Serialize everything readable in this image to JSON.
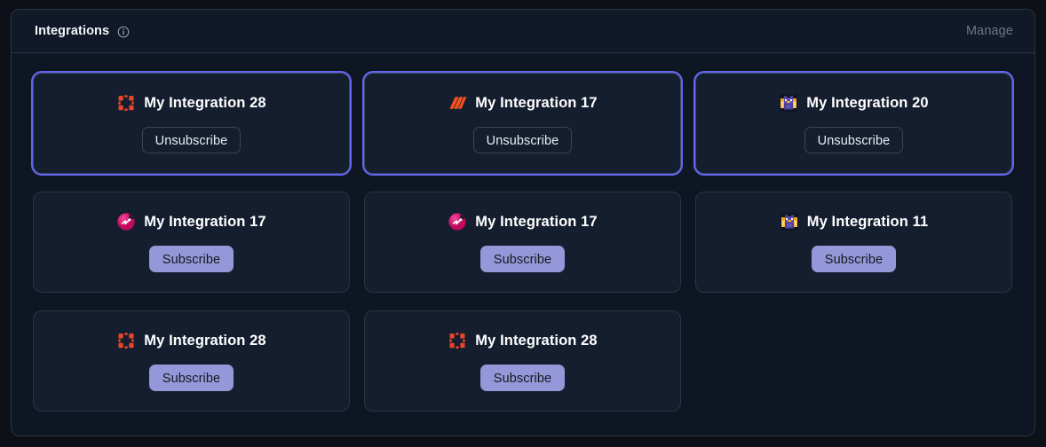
{
  "panel": {
    "title": "Integrations",
    "info_icon": "info-icon",
    "manage_label": "Manage"
  },
  "buttons": {
    "subscribe_label": "Subscribe",
    "unsubscribe_label": "Unsubscribe"
  },
  "colors": {
    "page_background": "#0d1117",
    "panel_background": "#0f1623",
    "panel_header_background": "#111827",
    "panel_border": "#2b3443",
    "card_background": "#151e2e",
    "card_border": "#2b3443",
    "focus_ring": "#6366f1",
    "subscribe_button_background": "#9497d8",
    "subscribe_button_text": "#16181f",
    "unsubscribe_button_border": "#3a4556",
    "title_text": "#ffffff",
    "manage_text": "#6d7686",
    "icon_red": "#e8452a",
    "icon_orange": "#f4511e",
    "icon_pink": "#e0197d",
    "icon_purple": "#4a3f8c"
  },
  "cards": [
    {
      "title": "My Integration 28",
      "icon": "red-blocks-grid-icon",
      "action": "Unsubscribe",
      "focused": true,
      "subscribed": true
    },
    {
      "title": "My Integration 17",
      "icon": "orange-diagonal-stripes-icon",
      "action": "Unsubscribe",
      "focused": true,
      "subscribed": true
    },
    {
      "title": "My Integration 20",
      "icon": "pixel-cat-avatar-icon",
      "action": "Unsubscribe",
      "focused": true,
      "subscribed": true
    },
    {
      "title": "My Integration 17",
      "icon": "pink-circle-arrow-icon",
      "action": "Subscribe",
      "focused": false,
      "subscribed": false
    },
    {
      "title": "My Integration 17",
      "icon": "pink-circle-arrow-icon",
      "action": "Subscribe",
      "focused": false,
      "subscribed": false
    },
    {
      "title": "My Integration 11",
      "icon": "pixel-cat-avatar-icon",
      "action": "Subscribe",
      "focused": false,
      "subscribed": false
    },
    {
      "title": "My Integration 28",
      "icon": "red-blocks-grid-icon",
      "action": "Subscribe",
      "focused": false,
      "subscribed": false
    },
    {
      "title": "My Integration 28",
      "icon": "red-blocks-grid-icon",
      "action": "Subscribe",
      "focused": false,
      "subscribed": false
    }
  ]
}
